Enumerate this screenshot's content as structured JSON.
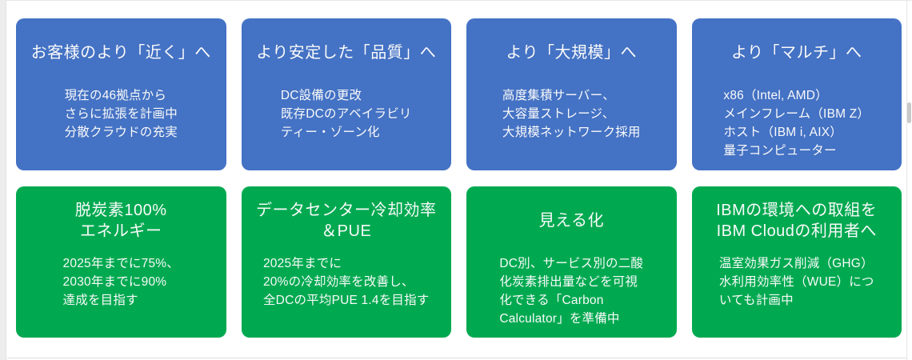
{
  "colors": {
    "card_blue": "#4472C4",
    "card_green": "#00A950",
    "card_text": "#FAFAFA",
    "page_background": "#FFFFFF"
  },
  "cards": [
    {
      "theme": "blue",
      "title": "お客様のより「近く」へ",
      "body": "現在の46拠点から\nさらに拡張を計画中\n分散クラウドの充実"
    },
    {
      "theme": "blue",
      "title": "より安定した「品質」へ",
      "body": "DC設備の更改\n既存DCのアベイラビリ\nティー・ゾーン化"
    },
    {
      "theme": "blue",
      "title": "より「大規模」へ",
      "body": "高度集積サーバー、\n大容量ストレージ、\n大規模ネットワーク採用"
    },
    {
      "theme": "blue",
      "title": "より「マルチ」へ",
      "body": "x86（Intel, AMD）\nメインフレーム（IBM Z）\nホスト（IBM i, AIX）\n量子コンピューター"
    },
    {
      "theme": "green",
      "title": "脱炭素100%\nエネルギー",
      "body": "2025年までに75%、\n2030年までに90%\n達成を目指す"
    },
    {
      "theme": "green",
      "title": "データセンター冷却効率\n＆PUE",
      "body": "2025年までに\n20%の冷却効率を改善し、\n全DCの平均PUE 1.4を目指す"
    },
    {
      "theme": "green",
      "title": "見える化",
      "body": "DC別、サービス別の二酸\n化炭素排出量などを可視\n化できる「Carbon\nCalculator」を準備中"
    },
    {
      "theme": "green",
      "title": "IBMの環境への取組を\nIBM Cloudの利用者へ",
      "body": "温室効果ガス削減（GHG）\n水利用効率性（WUE）につ\nいても計画中"
    }
  ]
}
